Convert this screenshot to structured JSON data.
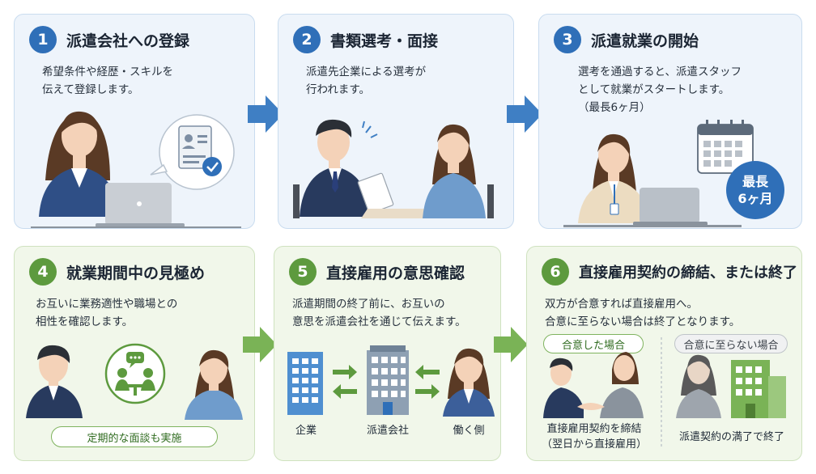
{
  "steps": [
    {
      "num": "1",
      "title": "派遣会社への登録",
      "desc": "希望条件や経歴・スキルを\n伝えて登録します。"
    },
    {
      "num": "2",
      "title": "書類選考・面接",
      "desc": "派遣先企業による選考が\n行われます。"
    },
    {
      "num": "3",
      "title": "派遣就業の開始",
      "desc": "選考を通過すると、派遣スタッフ\nとして就業がスタートします。\n（最長6ヶ月）"
    },
    {
      "num": "4",
      "title": "就業期間中の見極め",
      "desc": "お互いに業務適性や職場との\n相性を確認します。"
    },
    {
      "num": "5",
      "title": "直接雇用の意思確認",
      "desc": "派遣期間の終了前に、お互いの\n意思を派遣会社を通じて伝えます。"
    },
    {
      "num": "6",
      "title": "直接雇用契約の締結、または終了",
      "desc": "双方が合意すれば直接雇用へ。\n合意に至らない場合は終了となります。"
    }
  ],
  "step3_badge": {
    "line1": "最長",
    "line2": "6ヶ月"
  },
  "step4_pill": "定期的な面談も実施",
  "step5_labels": {
    "company": "企業",
    "agency": "派遣会社",
    "worker": "働く側"
  },
  "step6": {
    "agree_pill": "合意した場合",
    "disagree_pill": "合意に至らない場合",
    "agree_caption": "直接雇用契約を締結\n（翌日から直接雇用）",
    "disagree_caption": "派遣契約の満了で終了"
  },
  "colors": {
    "blue_accent": "#2f6fb8",
    "green_accent": "#5d9a3e",
    "arrow_blue": "#3f7fc4",
    "arrow_green": "#7ab356"
  }
}
